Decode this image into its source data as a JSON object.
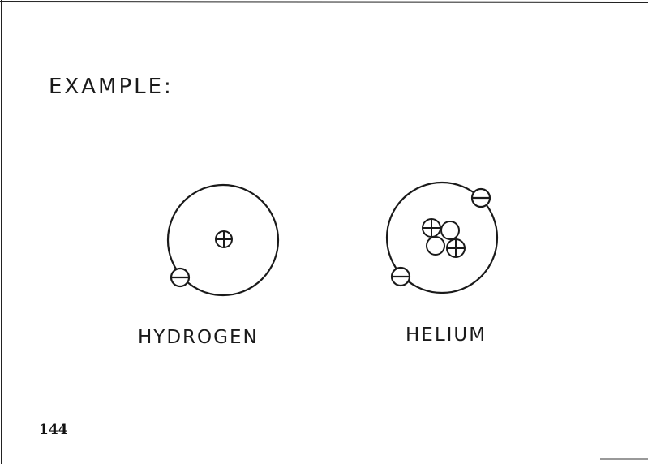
{
  "heading": "EXAMPLE:",
  "atoms": [
    {
      "label": "HYDROGEN",
      "protons": 1,
      "neutrons": 0,
      "electrons": 1
    },
    {
      "label": "HELIUM",
      "protons": 2,
      "neutrons": 2,
      "electrons": 2
    }
  ],
  "page_number": "144"
}
